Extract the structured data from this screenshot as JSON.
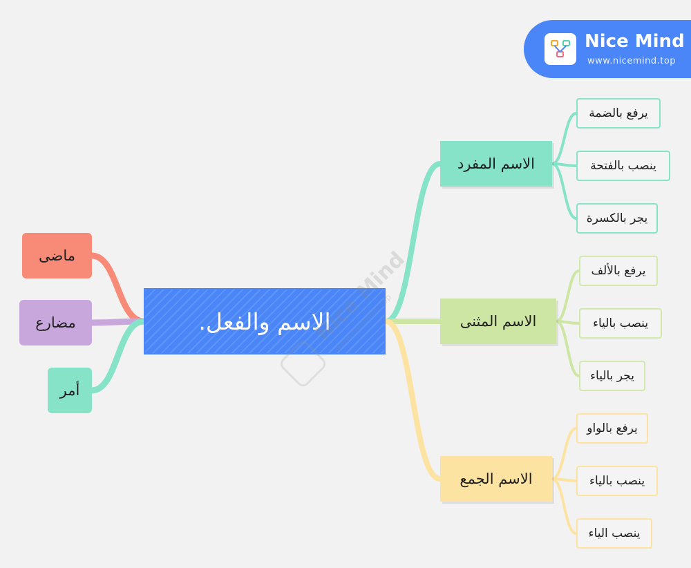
{
  "brand": {
    "name": "Nice Mind",
    "url": "www.nicemind.top"
  },
  "watermark": {
    "text": "Nice Mind",
    "url": "www.nicemind.top"
  },
  "root": {
    "label": "الاسم والفعل."
  },
  "colors": {
    "root": "#4a86f7",
    "teal": "#86e3c8",
    "lime": "#cde6a4",
    "sand": "#fde3a2",
    "salmon": "#f88a78",
    "lavender": "#c8a8dc",
    "mint": "#86e3c8",
    "teal_border": "#86e3c8",
    "lime_border": "#d3e8ad",
    "sand_border": "#fde3a2"
  },
  "branches": [
    {
      "label": "الاسم المفرد",
      "color": "teal",
      "children": [
        "يرفع بالضمة",
        "ينصب بالفتحة",
        "يجر بالكسرة"
      ]
    },
    {
      "label": "الاسم المثنى",
      "color": "lime",
      "children": [
        "يرفع بالألف",
        "ينصب بالياء",
        "يجر بالياء"
      ]
    },
    {
      "label": "الاسم الجمع",
      "color": "sand",
      "children": [
        "يرفع بالواو",
        "ينصب بالياء",
        "ينصب الياء"
      ]
    }
  ],
  "left_branches": [
    {
      "label": "ماضى",
      "color": "salmon"
    },
    {
      "label": "مضارع",
      "color": "lavender"
    },
    {
      "label": "أمر",
      "color": "mint"
    }
  ]
}
